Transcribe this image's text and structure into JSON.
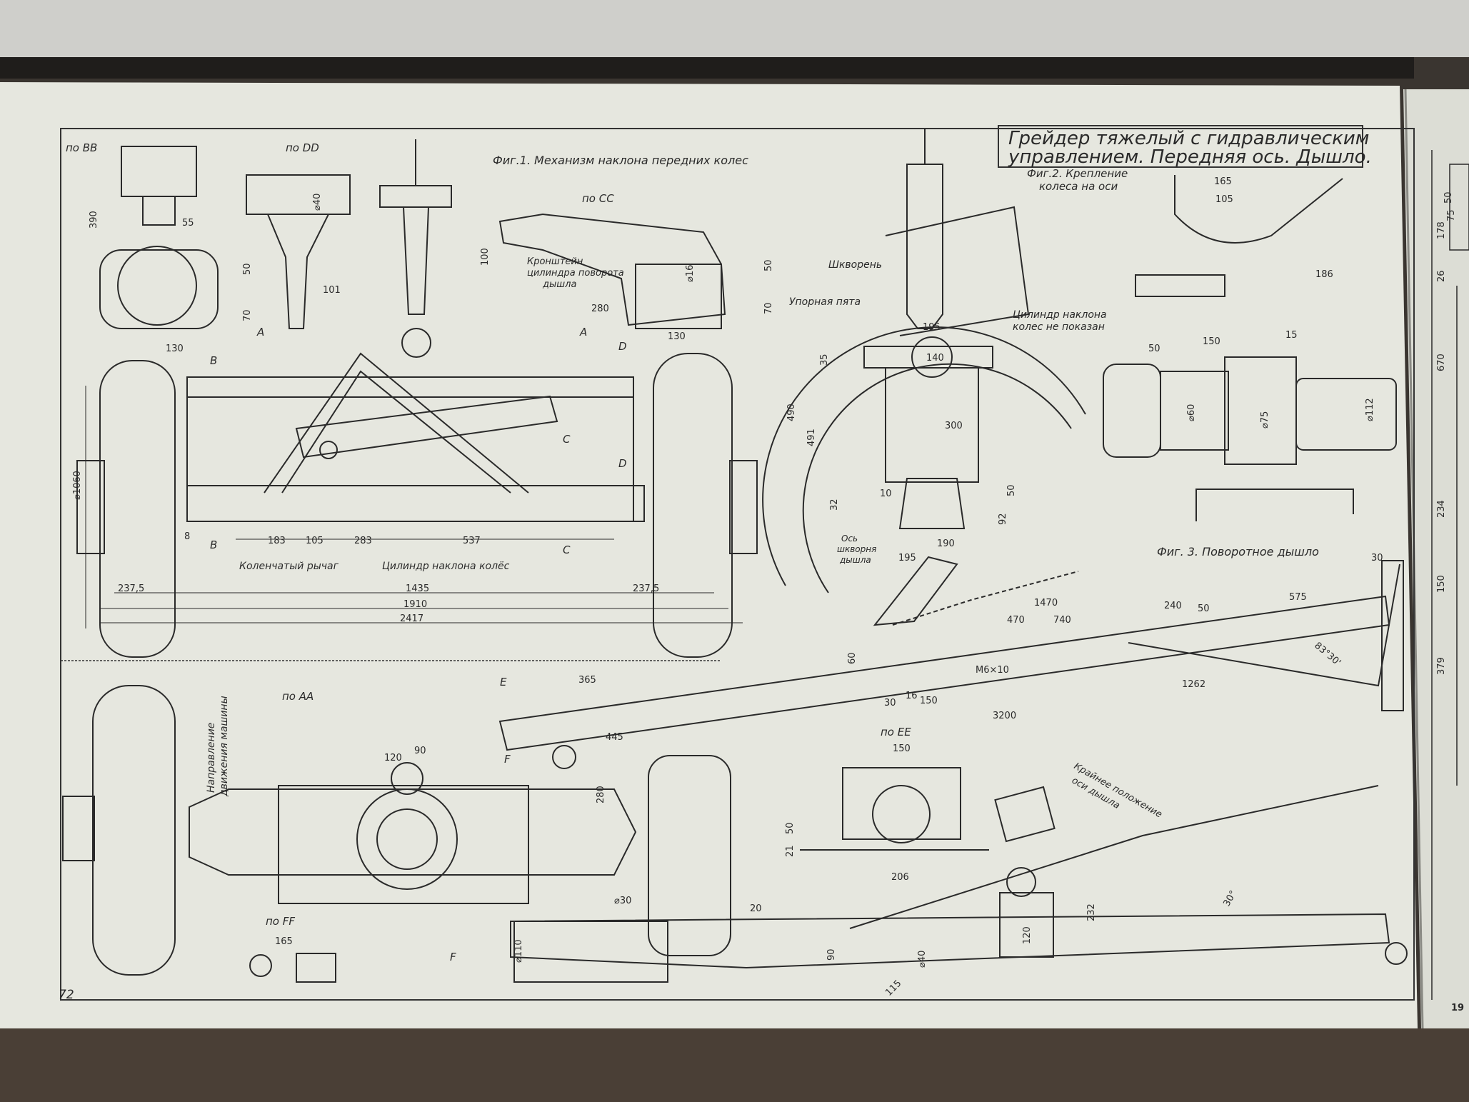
{
  "title_block": {
    "line1": "Грейдер тяжелый с гидравлическим",
    "line2": "управлением. Передняя ось.  Дышло."
  },
  "figures": {
    "fig1": "Фиг.1. Механизм наклона передних колес",
    "fig2_line1": "Фиг.2. Крепление",
    "fig2_line2": "колеса на оси",
    "fig3": "Фиг. 3. Поворотное дышло"
  },
  "views": {
    "bb": "по BB",
    "dd": "по DD",
    "cc": "по CC",
    "aa": "по AA",
    "ee": "по EE",
    "ff": "по FF"
  },
  "labels": {
    "bracket_1": "Кронштейн",
    "bracket_2": "цилиндра поворота",
    "bracket_3": "дышла",
    "kingpin": "Шкворень",
    "thrust": "Упорная пята",
    "tilt_cyl_1": "Цилиндр наклона",
    "tilt_cyl_2": "колес не показан",
    "crank_lever": "Коленчатый рычаг",
    "wheel_tilt_cyl": "Цилиндр наклона колёс",
    "axis_1": "Ось",
    "axis_2": "шкворня",
    "axis_3": "дышла",
    "direction_1": "Направление",
    "direction_2": "движения машины",
    "extreme_1": "Крайнее положение",
    "extreme_2": "оси дышла",
    "page_number": "72",
    "page_number_right": "19"
  },
  "section_letters": {
    "a": "A",
    "b": "B",
    "c": "C",
    "d": "D",
    "e": "E",
    "f": "F"
  },
  "dimensions": {
    "d_1060": "⌀1060",
    "d_2375_l": "237,5",
    "d_1435": "1435",
    "d_2375_r": "237,5",
    "d_1910": "1910",
    "d_2417": "2417",
    "d_183": "183",
    "d_105": "105",
    "d_283": "283",
    "d_537": "537",
    "d_8": "8",
    "d_390": "390",
    "d_55": "55",
    "d_50": "50",
    "d_70": "70",
    "d_130a": "130",
    "d_101": "101",
    "d_40": "⌀40",
    "d_100": "100",
    "d_280a": "280",
    "d_130b": "130",
    "d_16": "⌀16",
    "d_50b": "50",
    "d_70b": "70",
    "d_195a": "195",
    "d_140": "140",
    "d_300": "300",
    "d_490": "490",
    "d_491": "491",
    "d_35": "35",
    "d_190": "190",
    "d_195b": "195",
    "d_92": "92",
    "d_50c": "50",
    "d_32": "32",
    "d_10": "10",
    "d_165a": "165",
    "d_105b": "105",
    "d_186": "186",
    "d_150a": "150",
    "d_15": "15",
    "d_50d": "50",
    "d_60": "⌀60",
    "d_75": "⌀75",
    "d_112": "⌀112",
    "d_1470": "1470",
    "d_470": "470",
    "d_740": "740",
    "d_240": "240",
    "d_50e": "50",
    "d_575": "575",
    "d_30a": "30",
    "d_60b": "60",
    "d_m6": "М6×10",
    "d_150b": "150",
    "d_16b": "16",
    "d_30b": "30",
    "d_3200": "3200",
    "d_1262": "1262",
    "d_83": "83°30'",
    "d_365": "365",
    "d_445": "445",
    "d_120a": "120",
    "d_90a": "90",
    "d_280b": "280",
    "d_150c": "150",
    "d_206": "206",
    "d_50f": "50",
    "d_21": "21",
    "d_165b": "165",
    "d_30c": "⌀30",
    "d_110": "⌀110",
    "d_20": "20",
    "d_90b": "90",
    "d_120b": "120",
    "d_232": "232",
    "d_30deg": "30°",
    "d_115": "115",
    "d_40b": "⌀40"
  },
  "right_page_dims": {
    "r_178": "178",
    "r_75": "75",
    "r_50": "50",
    "r_26": "26",
    "r_670": "670",
    "r_234": "234",
    "r_150": "150",
    "r_379": "379"
  }
}
